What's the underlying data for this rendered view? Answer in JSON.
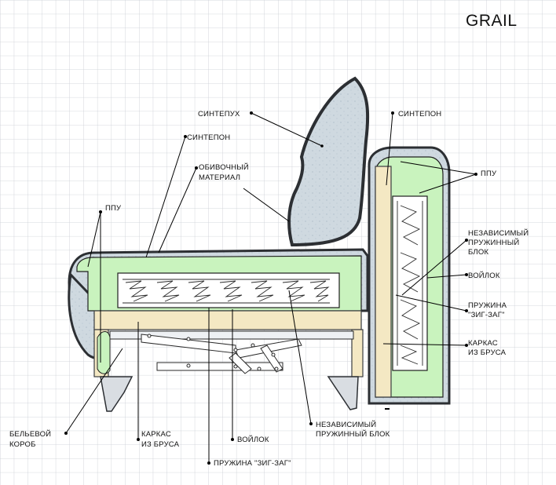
{
  "title": "GRAIL",
  "labels": {
    "sintepukh": "СИНТЕПУХ",
    "sintepon_left": "СИНТЕПОН",
    "obivochny_1": "ОБИВОЧНЫЙ",
    "obivochny_2": "МАТЕРИАЛ",
    "ppu_left": "ППУ",
    "sintepon_right": "СИНТЕПОН",
    "ppu_right": "ППУ",
    "nezav_right_1": "НЕЗАВИСИМЫЙ",
    "nezav_right_2": "ПРУЖИННЫЙ",
    "nezav_right_3": "БЛОК",
    "voilok_right": "ВОЙЛОК",
    "pruzhina_right_1": "ПРУЖИНА",
    "pruzhina_right_2": "\"ЗИГ-ЗАГ\"",
    "karkas_right_1": "КАРКАС",
    "karkas_right_2": "ИЗ БРУСА",
    "belevoy_1": "БЕЛЬЕВОЙ",
    "belevoy_2": "КОРОБ",
    "karkas_bottom_1": "КАРКАС",
    "karkas_bottom_2": "ИЗ БРУСА",
    "voilok_bottom": "ВОЙЛОК",
    "nezav_bottom_1": "НЕЗАВИСИМЫЙ",
    "nezav_bottom_2": "ПРУЖИННЫЙ БЛОК",
    "pruzhina_bottom": "ПРУЖИНА \"ЗИГ-ЗАГ\""
  },
  "colors": {
    "grid": "#c9cdd3",
    "upholstery": "#cfd9e0",
    "foam": "#c9f3be",
    "wood": "#f4e8c3",
    "frame_outline": "#3a3d40"
  }
}
